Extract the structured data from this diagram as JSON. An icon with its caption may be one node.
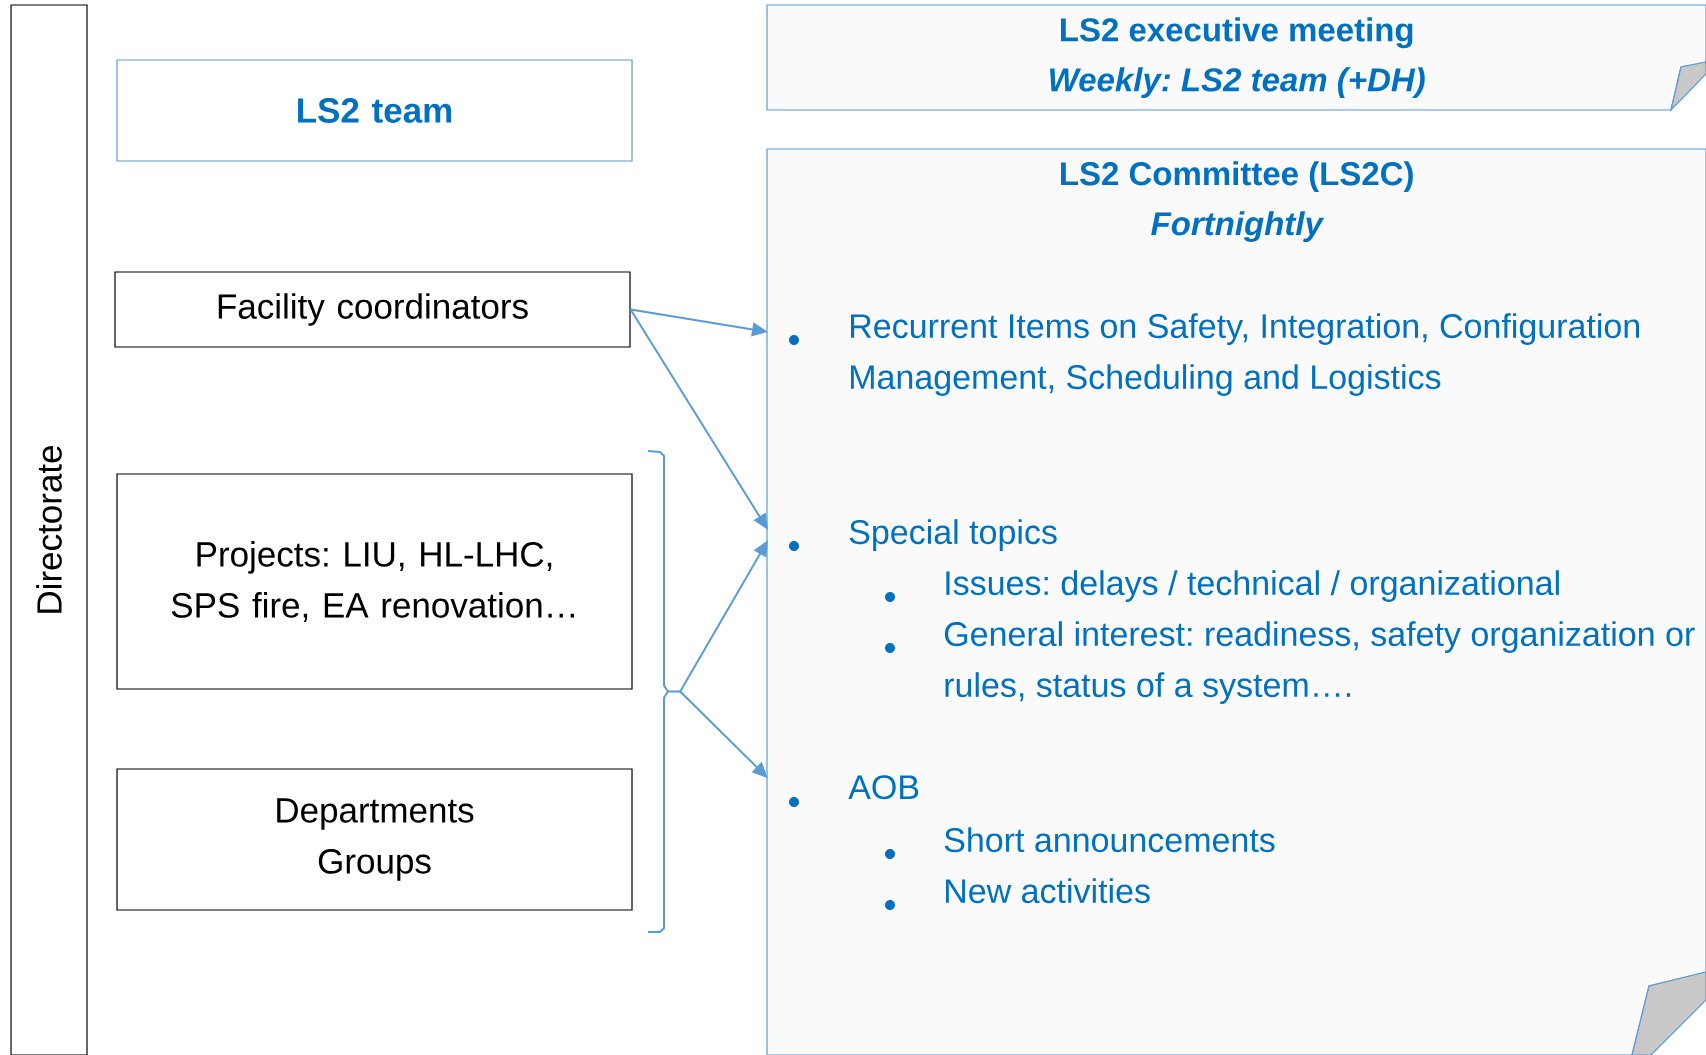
{
  "diagram": {
    "nodes": [
      {
        "text": [
          "Directorate"
        ]
      },
      {
        "text": [
          "LS2 team"
        ]
      },
      {
        "text": [
          "Facility coordinators"
        ]
      },
      {
        "text": [
          "Projects: LIU, HL-LHC, SPS fire, EA renovation…"
        ]
      },
      {
        "text": [
          "Departments Groups"
        ]
      },
      {
        "text": [],
        "shape": "bracket"
      },
      {
        "text": [
          "LS2 executive meeting",
          "Weekly: LS2 team (+DH)"
        ]
      },
      {
        "text": [
          "LS2 Committee (LS2C)",
          "Fortnightly"
        ]
      },
      {
        "text": [
          "Recurrent Items on Safety, Integration, Configuration Management, Scheduling and Logistics"
        ],
        "in": 7
      },
      {
        "text": [
          "Special topics"
        ],
        "in": 7
      },
      {
        "text": [
          "AOB"
        ],
        "in": 7
      }
    ],
    "edges": [
      {
        "from": 2,
        "to": 8,
        "arrow": "to"
      },
      {
        "from": 2,
        "to": 9,
        "arrow": "to"
      },
      {
        "from": 5,
        "to": 9,
        "arrow": "to"
      },
      {
        "from": 5,
        "to": 10,
        "arrow": "to"
      }
    ],
    "labels": [
      "Issues: delays / technical / organizational",
      "General interest: readiness, safety organization or rules, status of a system….",
      "Short announcements",
      "New activities"
    ]
  }
}
